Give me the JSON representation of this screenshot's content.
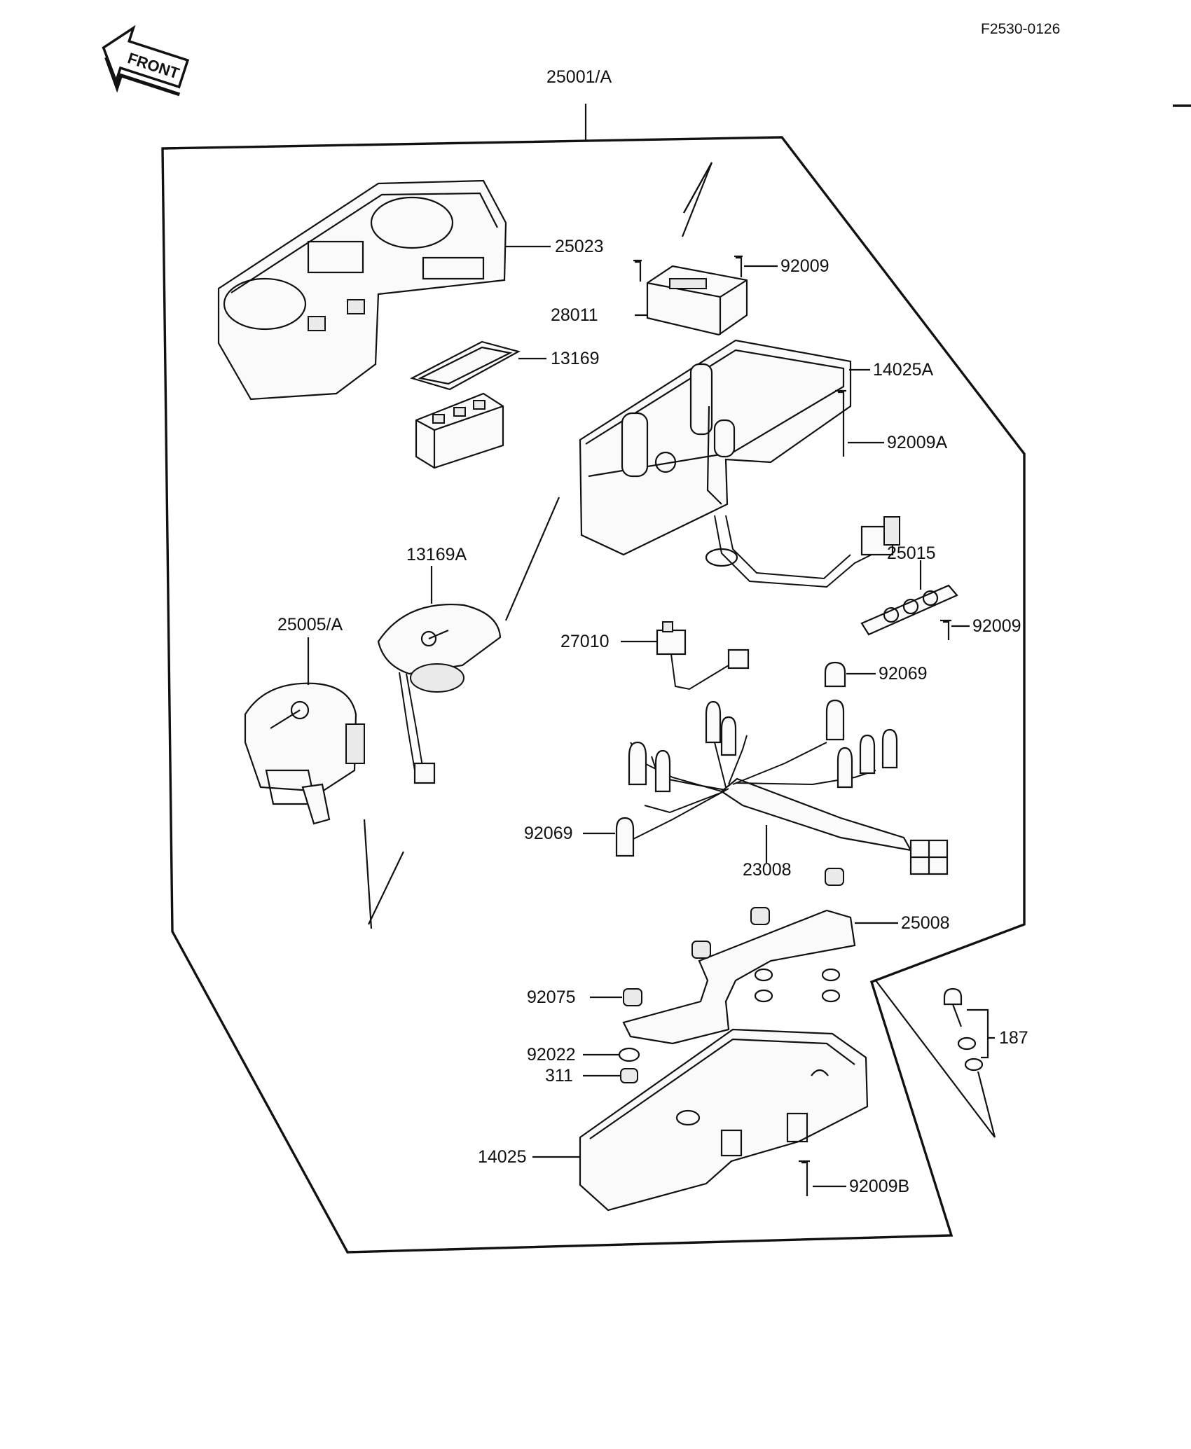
{
  "diagram": {
    "reference_code": "F2530-0126",
    "front_label": "FRONT",
    "callouts": [
      {
        "id": "c-25001a",
        "text": "25001/A"
      },
      {
        "id": "c-25023",
        "text": "25023"
      },
      {
        "id": "c-92009-top",
        "text": "92009"
      },
      {
        "id": "c-28011",
        "text": "28011"
      },
      {
        "id": "c-13169",
        "text": "13169"
      },
      {
        "id": "c-14025a",
        "text": "14025A"
      },
      {
        "id": "c-92009a",
        "text": "92009A"
      },
      {
        "id": "c-25015",
        "text": "25015"
      },
      {
        "id": "c-13169a",
        "text": "13169A"
      },
      {
        "id": "c-25005a",
        "text": "25005/A"
      },
      {
        "id": "c-92009-mid",
        "text": "92009"
      },
      {
        "id": "c-27010",
        "text": "27010"
      },
      {
        "id": "c-92069-top",
        "text": "92069"
      },
      {
        "id": "c-92069-left",
        "text": "92069"
      },
      {
        "id": "c-23008",
        "text": "23008"
      },
      {
        "id": "c-25008",
        "text": "25008"
      },
      {
        "id": "c-92075",
        "text": "92075"
      },
      {
        "id": "c-187",
        "text": "187"
      },
      {
        "id": "c-92022",
        "text": "92022"
      },
      {
        "id": "c-311",
        "text": "311"
      },
      {
        "id": "c-14025",
        "text": "14025"
      },
      {
        "id": "c-92009b",
        "text": "92009B"
      }
    ]
  }
}
